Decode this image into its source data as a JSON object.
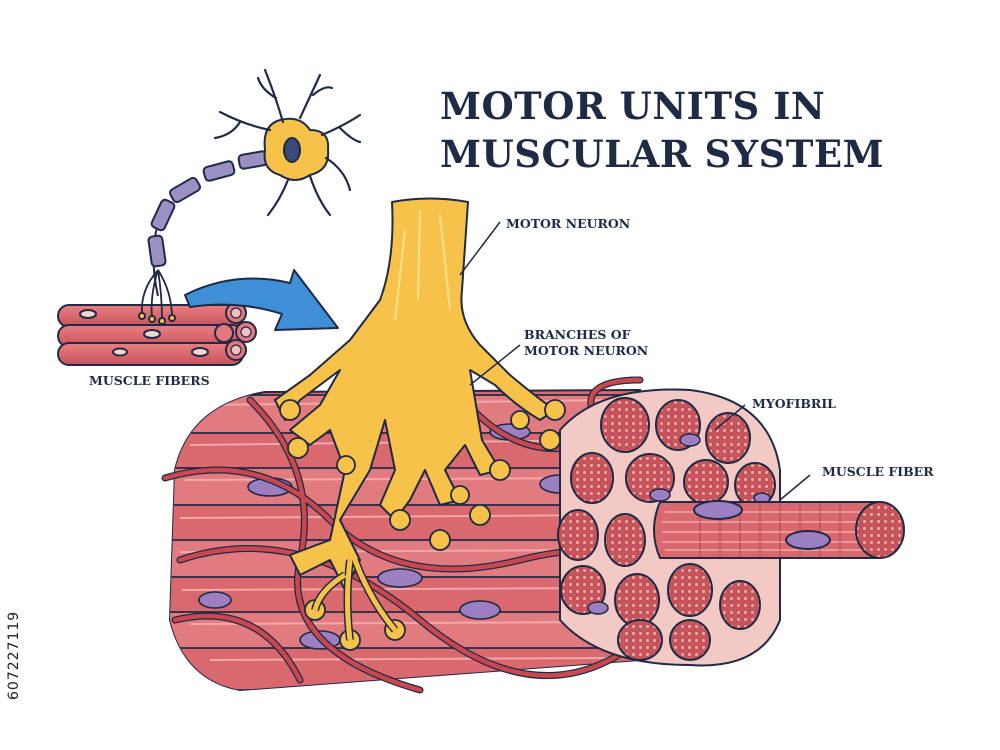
{
  "title": {
    "line1": "MOTOR UNITS IN",
    "line2": "MUSCULAR SYSTEM"
  },
  "labels": {
    "muscle_fibers": "MUSCLE FIBERS",
    "motor_neuron": "MOTOR NEURON",
    "branches_line1": "BRANCHES OF",
    "branches_line2": "MOTOR NEURON",
    "myofibril": "MYOFIBRIL",
    "muscle_fiber": "MUSCLE FIBER"
  },
  "stock_id": "607227119",
  "colors": {
    "muscle": "#d9696e",
    "muscle_light": "#ee9a9a",
    "muscle_dark": "#b5434b",
    "nucleus": "#9b7fc0",
    "neuron": "#f6c24a",
    "neuron_light": "#fbe08c",
    "arrow": "#3e8fd6",
    "outline": "#1f2a44",
    "myelin": "#8f85b8"
  }
}
